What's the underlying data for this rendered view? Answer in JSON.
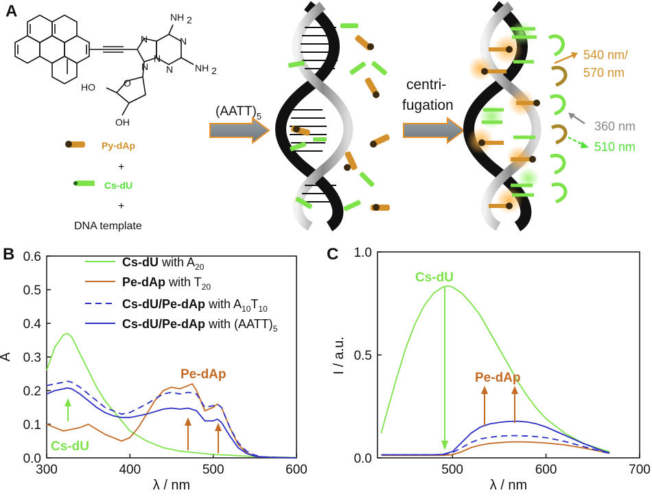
{
  "panel_a": {
    "letter": "A",
    "chem_labels": {
      "nh2_top": "NH",
      "nh2_top_sub": "2",
      "nh2_right": "NH",
      "nh2_right_sub": "2",
      "ho": "HO",
      "oh": "OH",
      "ring_o": "O",
      "n1": "N",
      "n2": "N",
      "n3": "N",
      "n4": "N",
      "n5": "N"
    },
    "py_label": "Py-dAp",
    "plus1": "+",
    "cs_label": "Cs-dU",
    "plus2": "+",
    "dna_template": "DNA template",
    "arrow1_label": "(AATT)",
    "arrow1_sub": "5",
    "arrow2_label_1": "centri-",
    "arrow2_label_2": "fugation",
    "em_label_1": "540 nm/",
    "em_label_2": "570 nm",
    "ex_label": "360 nm",
    "em2_label": "510 nm"
  },
  "colors": {
    "green": "#7ee24a",
    "orange": "#c46a24",
    "blue": "#2b2fc4",
    "gold": "#d4902a",
    "grey": "#888888",
    "bright_green": "#54e03a"
  },
  "panel_b": {
    "letter": "B",
    "legend": [
      {
        "bold": "Cs-dU",
        "rest": " with A",
        "sub": "20",
        "tail": ""
      },
      {
        "bold": "Pe-dAp",
        "rest": " with T",
        "sub": "20",
        "tail": ""
      },
      {
        "bold": "Cs-dU/Pe-dAp",
        "rest": " with A",
        "sub": "10",
        "tail_t": "T",
        "sub2": "10"
      },
      {
        "bold": "Cs-dU/Pe-dAp",
        "rest": " with (AATT)",
        "sub": "5",
        "tail": ""
      }
    ],
    "annot_cs": "Cs-dU",
    "annot_pe": "Pe-dAp"
  },
  "panel_c": {
    "letter": "C",
    "annot_cs": "Cs-dU",
    "annot_pe": "Pe-dAp"
  },
  "chart_data": [
    {
      "type": "line",
      "xlabel": "λ / nm",
      "ylabel": "A",
      "xlim": [
        300,
        600
      ],
      "ylim": [
        0,
        0.6
      ],
      "xticks": [
        "300",
        "400",
        "500",
        "600"
      ],
      "yticks": [
        "0.0",
        "0.1",
        "0.2",
        "0.3",
        "0.4",
        "0.5",
        "0.6"
      ],
      "series": [
        {
          "name": "Cs-dU with A20",
          "color": "#7ee24a",
          "dash": false,
          "x": [
            300,
            310,
            320,
            325,
            330,
            340,
            350,
            360,
            370,
            380,
            390,
            400,
            420,
            440,
            460,
            480,
            500,
            520,
            540,
            560,
            580,
            600
          ],
          "y": [
            0.26,
            0.33,
            0.365,
            0.37,
            0.36,
            0.31,
            0.26,
            0.21,
            0.17,
            0.14,
            0.11,
            0.08,
            0.05,
            0.03,
            0.02,
            0.015,
            0.01,
            0.008,
            0.005,
            0.003,
            0.002,
            0.001
          ]
        },
        {
          "name": "Pe-dAp with T20",
          "color": "#c46a24",
          "dash": false,
          "x": [
            300,
            310,
            320,
            330,
            340,
            350,
            360,
            370,
            380,
            390,
            400,
            410,
            420,
            430,
            440,
            450,
            460,
            470,
            475,
            480,
            490,
            500,
            505,
            510,
            520,
            530,
            540,
            550,
            560,
            580,
            600
          ],
          "y": [
            0.1,
            0.09,
            0.08,
            0.085,
            0.09,
            0.1,
            0.085,
            0.07,
            0.06,
            0.05,
            0.06,
            0.09,
            0.13,
            0.17,
            0.2,
            0.21,
            0.205,
            0.215,
            0.22,
            0.2,
            0.14,
            0.15,
            0.16,
            0.15,
            0.09,
            0.04,
            0.015,
            0.005,
            0.002,
            0.001,
            0.0
          ]
        },
        {
          "name": "Cs-dU/Pe-dAp with A10T10",
          "color": "#2b2fc4",
          "dash": true,
          "x": [
            300,
            310,
            320,
            325,
            330,
            340,
            350,
            360,
            370,
            380,
            390,
            400,
            420,
            440,
            450,
            460,
            470,
            480,
            490,
            500,
            505,
            510,
            520,
            530,
            540,
            550,
            560,
            580,
            600
          ],
          "y": [
            0.215,
            0.22,
            0.225,
            0.228,
            0.225,
            0.21,
            0.19,
            0.17,
            0.15,
            0.14,
            0.13,
            0.135,
            0.16,
            0.19,
            0.195,
            0.19,
            0.195,
            0.19,
            0.15,
            0.155,
            0.16,
            0.15,
            0.09,
            0.045,
            0.02,
            0.008,
            0.003,
            0.001,
            0.0
          ]
        },
        {
          "name": "Cs-dU/Pe-dAp with (AATT)5",
          "color": "#2b2fc4",
          "dash": false,
          "x": [
            300,
            310,
            320,
            325,
            330,
            340,
            350,
            360,
            370,
            380,
            390,
            400,
            420,
            440,
            450,
            460,
            470,
            480,
            490,
            500,
            505,
            510,
            520,
            530,
            540,
            550,
            560,
            580,
            600
          ],
          "y": [
            0.19,
            0.2,
            0.205,
            0.208,
            0.205,
            0.19,
            0.17,
            0.15,
            0.135,
            0.125,
            0.12,
            0.12,
            0.13,
            0.145,
            0.148,
            0.145,
            0.148,
            0.14,
            0.11,
            0.11,
            0.115,
            0.105,
            0.065,
            0.03,
            0.013,
            0.005,
            0.002,
            0.001,
            0.0
          ]
        }
      ]
    },
    {
      "type": "line",
      "xlabel": "λ / nm",
      "ylabel": "I / a.u.",
      "xlim": [
        420,
        700
      ],
      "ylim": [
        0,
        1.0
      ],
      "xticks": [
        "500",
        "600",
        "700"
      ],
      "yticks": [
        "0.0",
        "0.5",
        "1.0"
      ],
      "series": [
        {
          "name": "Cs-dU",
          "color": "#7ee24a",
          "dash": false,
          "x": [
            424,
            430,
            440,
            450,
            460,
            470,
            480,
            490,
            495,
            500,
            510,
            520,
            530,
            540,
            550,
            560,
            570,
            580,
            590,
            600,
            620,
            640,
            660,
            668
          ],
          "y": [
            0.12,
            0.22,
            0.38,
            0.53,
            0.65,
            0.74,
            0.8,
            0.83,
            0.835,
            0.83,
            0.8,
            0.75,
            0.69,
            0.61,
            0.53,
            0.45,
            0.37,
            0.3,
            0.24,
            0.19,
            0.12,
            0.07,
            0.04,
            0.03
          ]
        },
        {
          "name": "Pe-dAp",
          "color": "#c46a24",
          "dash": false,
          "x": [
            424,
            450,
            480,
            490,
            500,
            510,
            520,
            530,
            540,
            550,
            560,
            570,
            580,
            590,
            600,
            620,
            640,
            660,
            668
          ],
          "y": [
            0.012,
            0.012,
            0.012,
            0.012,
            0.015,
            0.03,
            0.05,
            0.062,
            0.07,
            0.074,
            0.077,
            0.078,
            0.077,
            0.075,
            0.072,
            0.063,
            0.048,
            0.03,
            0.022
          ]
        },
        {
          "name": "Cs-dU/Pe-dAp with A10T10",
          "color": "#2b2fc4",
          "dash": true,
          "x": [
            424,
            450,
            480,
            490,
            500,
            510,
            520,
            530,
            540,
            550,
            560,
            570,
            580,
            590,
            600,
            620,
            640,
            660,
            668
          ],
          "y": [
            0.015,
            0.015,
            0.015,
            0.016,
            0.025,
            0.05,
            0.075,
            0.092,
            0.1,
            0.105,
            0.108,
            0.108,
            0.106,
            0.103,
            0.098,
            0.08,
            0.055,
            0.03,
            0.022
          ]
        },
        {
          "name": "Cs-dU/Pe-dAp with (AATT)5",
          "color": "#2b2fc4",
          "dash": false,
          "x": [
            424,
            450,
            480,
            490,
            500,
            510,
            520,
            530,
            540,
            550,
            560,
            570,
            580,
            590,
            600,
            620,
            640,
            660,
            668
          ],
          "y": [
            0.015,
            0.015,
            0.015,
            0.017,
            0.03,
            0.075,
            0.12,
            0.15,
            0.165,
            0.172,
            0.177,
            0.178,
            0.174,
            0.165,
            0.15,
            0.11,
            0.07,
            0.035,
            0.024
          ]
        }
      ]
    }
  ]
}
